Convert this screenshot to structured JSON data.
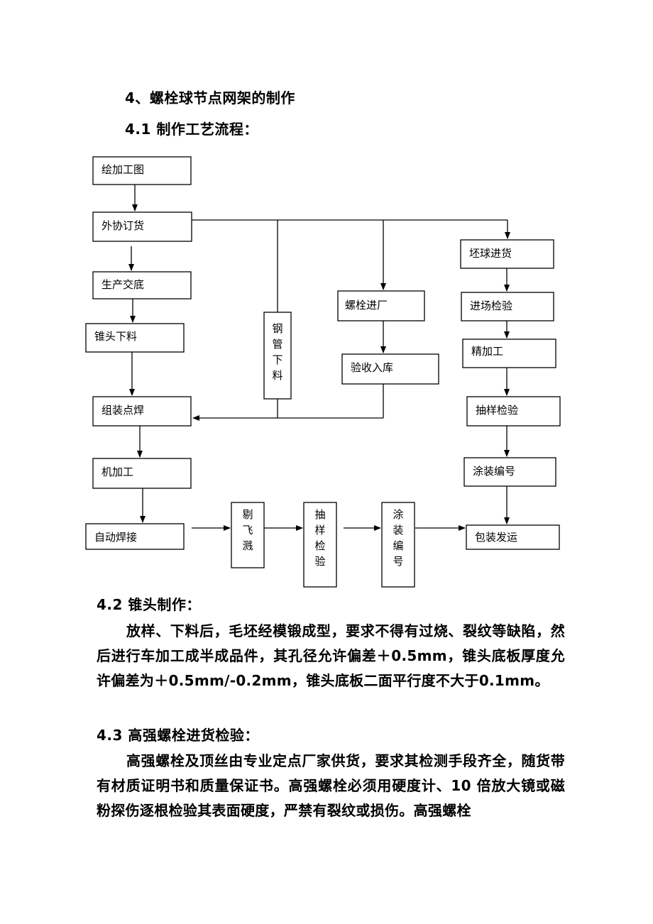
{
  "section": {
    "heading": "4、螺栓球节点网架的制作",
    "sub_heading": "4.1 制作工艺流程："
  },
  "flowchart": {
    "boxes": {
      "draw_drawings": "绘加工图",
      "outsource_order": "外协订货",
      "production_handover": "生产交底",
      "cone_cutting": "锥头下料",
      "assembly_spot_weld": "组装点焊",
      "machining": "机加工",
      "auto_welding": "自动焊接",
      "steel_pipe_cutting": "钢管下料",
      "bolt_arrival": "螺栓进厂",
      "acceptance_storage": "验收入库",
      "blank_ball_arrival": "坯球进货",
      "incoming_inspection": "进场检验",
      "finishing": "精加工",
      "sampling_inspection": "抽样检验",
      "coating_numbering": "涂装编号",
      "slag_removal": "剔飞溅",
      "sampling_inspection_2": "抽样检验",
      "coating_numbering_2": "涂装编号",
      "packing_shipping": "包装发运"
    }
  },
  "sections": [
    {
      "heading": "4.2 锥头制作：",
      "text": "放样、下料后，毛坯经模锻成型，要求不得有过烧、裂纹等缺陷，然后进行车加工成半成品件，其孔径允许偏差＋0.5mm，锥头底板厚度允许偏差为＋0.5mm/-0.2mm，锥头底板二面平行度不大于0.1mm。"
    },
    {
      "heading": "4.3 高强螺栓进货检验：",
      "text": "高强螺栓及顶丝由专业定点厂家供货，要求其检测手段齐全，随货带有材质证明书和质量保证书。高强螺栓必须用硬度计、10 倍放大镜或磁粉探伤逐根检验其表面硬度，严禁有裂纹或损伤。高强螺栓"
    }
  ]
}
